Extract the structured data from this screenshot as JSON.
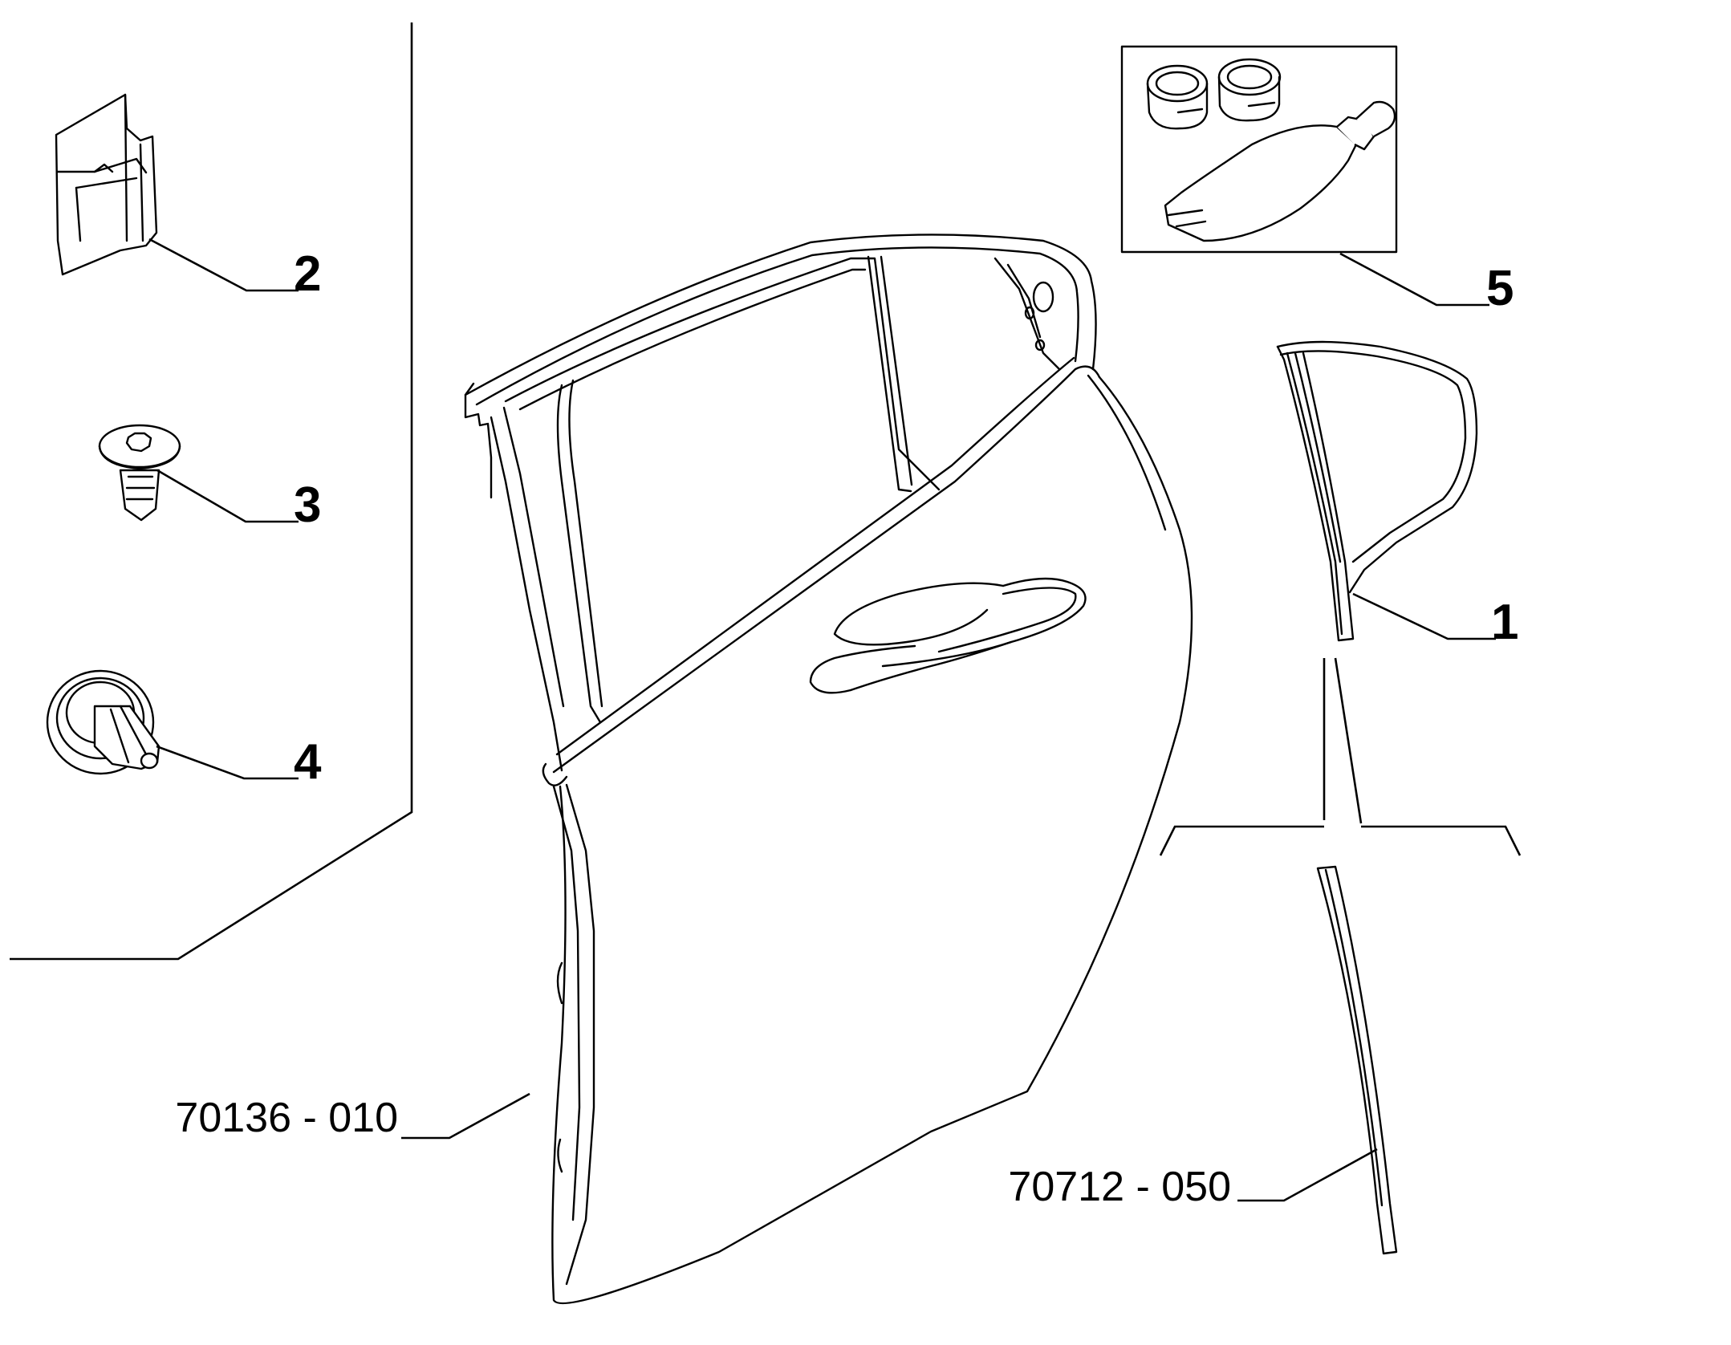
{
  "callouts": {
    "c1": "1",
    "c2": "2",
    "c3": "3",
    "c4": "4",
    "c5": "5"
  },
  "references": {
    "door": "70136 - 010",
    "strip": "70712 - 050"
  }
}
